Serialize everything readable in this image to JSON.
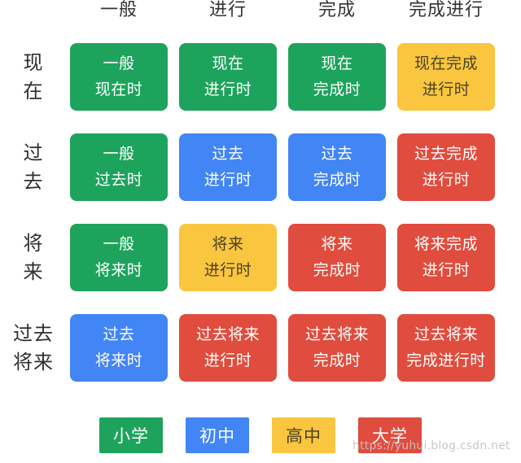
{
  "grid": {
    "column_headers": [
      "一般",
      "进行",
      "完成",
      "完成进行"
    ],
    "rows": [
      {
        "label": "现\n在",
        "cells": [
          {
            "label": "一般\n现在时",
            "bg": "#1EA35D",
            "fg": "#FFFFFF"
          },
          {
            "label": "现在\n进行时",
            "bg": "#1EA35D",
            "fg": "#FFFFFF"
          },
          {
            "label": "现在\n完成时",
            "bg": "#1EA35D",
            "fg": "#FFFFFF"
          },
          {
            "label": "现在完成\n进行时",
            "bg": "#FAC63F",
            "fg": "#4A4227"
          }
        ]
      },
      {
        "label": "过\n去",
        "cells": [
          {
            "label": "一般\n过去时",
            "bg": "#1EA35D",
            "fg": "#FFFFFF"
          },
          {
            "label": "过去\n进行时",
            "bg": "#4285F4",
            "fg": "#FFFFFF"
          },
          {
            "label": "过去\n完成时",
            "bg": "#4285F4",
            "fg": "#FFFFFF"
          },
          {
            "label": "过去完成\n进行时",
            "bg": "#E04C3D",
            "fg": "#FFFFFF"
          }
        ]
      },
      {
        "label": "将\n来",
        "cells": [
          {
            "label": "一般\n将来时",
            "bg": "#1EA35D",
            "fg": "#FFFFFF"
          },
          {
            "label": "将来\n进行时",
            "bg": "#FAC63F",
            "fg": "#4A4227"
          },
          {
            "label": "将来\n完成时",
            "bg": "#E04C3D",
            "fg": "#FFFFFF"
          },
          {
            "label": "将来完成\n进行时",
            "bg": "#E04C3D",
            "fg": "#FFFFFF"
          }
        ]
      },
      {
        "label": "过去\n将来",
        "cells": [
          {
            "label": "过去\n将来时",
            "bg": "#4285F4",
            "fg": "#FFFFFF"
          },
          {
            "label": "过去将来\n进行时",
            "bg": "#E04C3D",
            "fg": "#FFFFFF"
          },
          {
            "label": "过去将来\n完成时",
            "bg": "#E04C3D",
            "fg": "#FFFFFF"
          },
          {
            "label": "过去将来\n完成进行时",
            "bg": "#E04C3D",
            "fg": "#FFFFFF"
          }
        ]
      }
    ]
  },
  "legend": {
    "items": [
      {
        "label": "小学",
        "bg": "#1EA35D",
        "fg": "#FFFFFF"
      },
      {
        "label": "初中",
        "bg": "#4285F4",
        "fg": "#FFFFFF"
      },
      {
        "label": "高中",
        "bg": "#FAC63F",
        "fg": "#4A4227"
      },
      {
        "label": "大学",
        "bg": "#E04C3D",
        "fg": "#FFFFFF"
      }
    ]
  },
  "watermark": "https://yuhui.blog.csdn.net"
}
